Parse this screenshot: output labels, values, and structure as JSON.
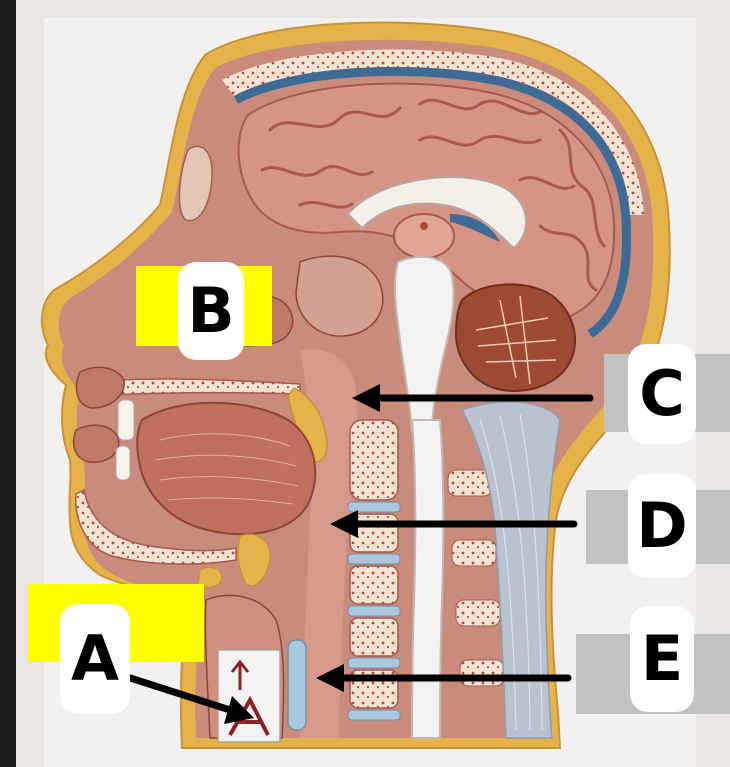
{
  "labels": {
    "a": "A",
    "b": "B",
    "c": "C",
    "d": "D",
    "e": "E"
  },
  "colors": {
    "page_bg": "#e9e6e4",
    "left_bar": "#1c1c1c",
    "board": "#f3f1ef",
    "bone_frame": "#e6b34a",
    "tissue": "#c98b7c",
    "brain": "#d69485",
    "brain_groove": "#a9584d",
    "cerebellum": "#9c4a33",
    "meninges_blue": "#3e6b95",
    "spine_white": "#f4f2f0",
    "disc_blue": "#a9c7df",
    "highlight_yellow": "#ffff00",
    "tag_grey": "#c3c3c3",
    "arrow": "#000000"
  }
}
